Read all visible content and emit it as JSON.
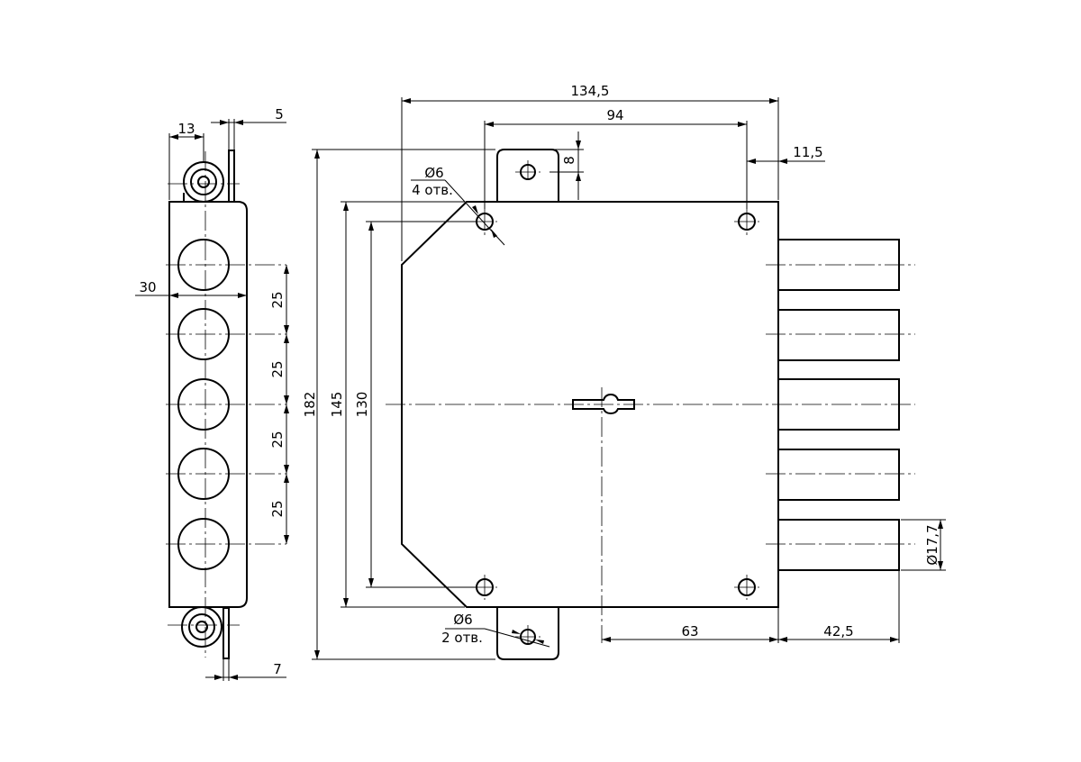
{
  "dimensions": {
    "overall_width": "134,5",
    "fixing_holes_spacing": "94",
    "bolt_projection": "11,5",
    "top_tab_height": "8",
    "holes_4_diameter": "Ø6",
    "holes_4_count": "4 отв.",
    "holes_2_diameter": "Ø6",
    "holes_2_count": "2 отв.",
    "overall_height": "182",
    "body_height": "145",
    "holes_vertical_spacing": "130",
    "backset": "63",
    "bolt_throw": "42,5",
    "bolt_diameter": "Ø17,7",
    "bolt_pitch_1": "25",
    "bolt_pitch_2": "25",
    "bolt_pitch_3": "25",
    "bolt_pitch_4": "25",
    "side_width": "30",
    "side_offset": "13",
    "faceplate_top": "5",
    "faceplate_bottom": "7"
  }
}
